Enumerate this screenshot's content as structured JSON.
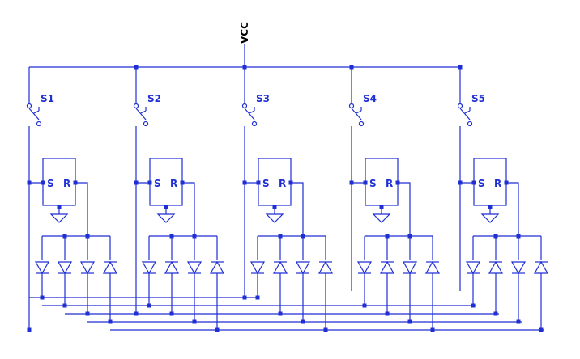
{
  "supply": {
    "label": "VCC"
  },
  "stages": [
    {
      "switch": "S1",
      "set": "S",
      "reset": "R"
    },
    {
      "switch": "S2",
      "set": "S",
      "reset": "R"
    },
    {
      "switch": "S3",
      "set": "S",
      "reset": "R"
    },
    {
      "switch": "S4",
      "set": "S",
      "reset": "R"
    },
    {
      "switch": "S5",
      "set": "S",
      "reset": "R"
    }
  ],
  "colors": {
    "wire": "#1f2fd4",
    "label": "#1f2fd4",
    "supply_label": "#000000"
  }
}
